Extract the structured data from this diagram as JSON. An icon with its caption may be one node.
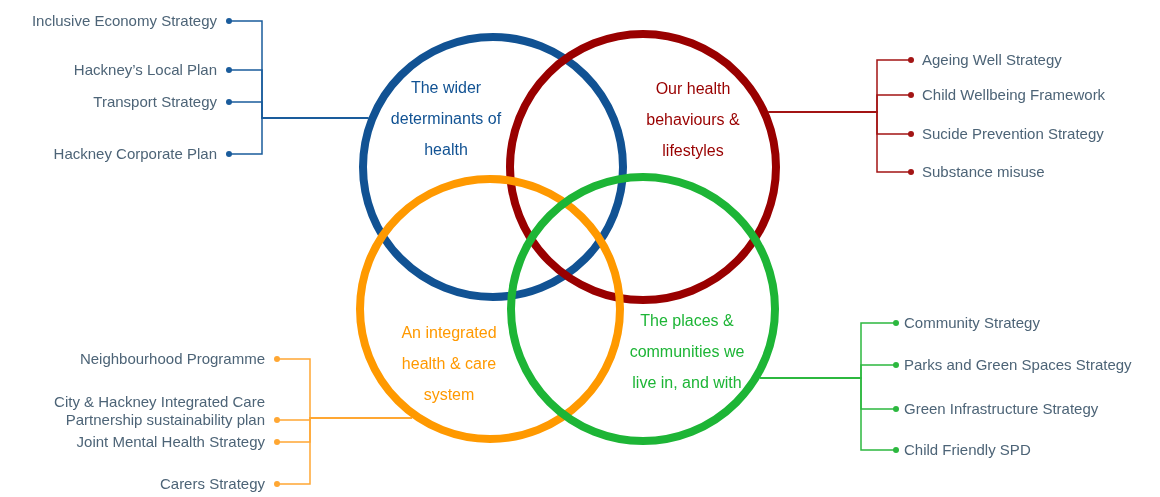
{
  "diagram": {
    "nodes": [
      {
        "text": [
          "The wider determinants of health"
        ]
      },
      {
        "text": [
          "Our health behaviours & lifestyles"
        ]
      },
      {
        "text": [
          "An integrated health & care system"
        ]
      },
      {
        "text": [
          "The places & communities we live in, and with"
        ]
      },
      {
        "text": [
          "Inclusive Economy Strategy"
        ]
      },
      {
        "text": [
          "Hackney’s Local Plan"
        ]
      },
      {
        "text": [
          "Transport Strategy"
        ]
      },
      {
        "text": [
          "Hackney Corporate Plan"
        ]
      },
      {
        "text": [
          "Ageing Well Strategy"
        ]
      },
      {
        "text": [
          "Child Wellbeing Framework"
        ]
      },
      {
        "text": [
          "Sucide Prevention Strategy"
        ]
      },
      {
        "text": [
          "Substance misuse"
        ]
      },
      {
        "text": [
          "Neighbourhood Programme"
        ]
      },
      {
        "text": [
          "City & Hackney Integrated Care Partnership sustainability plan"
        ]
      },
      {
        "text": [
          "Joint Mental Health Strategy"
        ]
      },
      {
        "text": [
          "Carers Strategy"
        ]
      },
      {
        "text": [
          "Community Strategy"
        ]
      },
      {
        "text": [
          "Parks and Green Spaces Strategy"
        ]
      },
      {
        "text": [
          "Green Infrastructure Strategy"
        ]
      },
      {
        "text": [
          "Child Friendly SPD"
        ]
      }
    ],
    "edges": [
      {
        "from": 0,
        "to": 4,
        "arrow": "other",
        "color": "#1a5c9c"
      },
      {
        "from": 0,
        "to": 5,
        "arrow": "other",
        "color": "#1a5c9c"
      },
      {
        "from": 0,
        "to": 6,
        "arrow": "other",
        "color": "#1a5c9c"
      },
      {
        "from": 0,
        "to": 7,
        "arrow": "other",
        "color": "#1a5c9c"
      },
      {
        "from": 1,
        "to": 8,
        "arrow": "other",
        "color": "#a31515"
      },
      {
        "from": 1,
        "to": 9,
        "arrow": "other",
        "color": "#a31515"
      },
      {
        "from": 1,
        "to": 10,
        "arrow": "other",
        "color": "#a31515"
      },
      {
        "from": 1,
        "to": 11,
        "arrow": "other",
        "color": "#a31515"
      },
      {
        "from": 2,
        "to": 12,
        "arrow": "other",
        "color": "#ffa733"
      },
      {
        "from": 2,
        "to": 13,
        "arrow": "other",
        "color": "#ffa733"
      },
      {
        "from": 2,
        "to": 14,
        "arrow": "other",
        "color": "#ffa733"
      },
      {
        "from": 2,
        "to": 15,
        "arrow": "other",
        "color": "#ffa733"
      },
      {
        "from": 3,
        "to": 16,
        "arrow": "other",
        "color": "#2cb83f"
      },
      {
        "from": 3,
        "to": 17,
        "arrow": "other",
        "color": "#2cb83f"
      },
      {
        "from": 3,
        "to": 18,
        "arrow": "other",
        "color": "#2cb83f"
      },
      {
        "from": 3,
        "to": 19,
        "arrow": "other",
        "color": "#2cb83f"
      }
    ]
  }
}
